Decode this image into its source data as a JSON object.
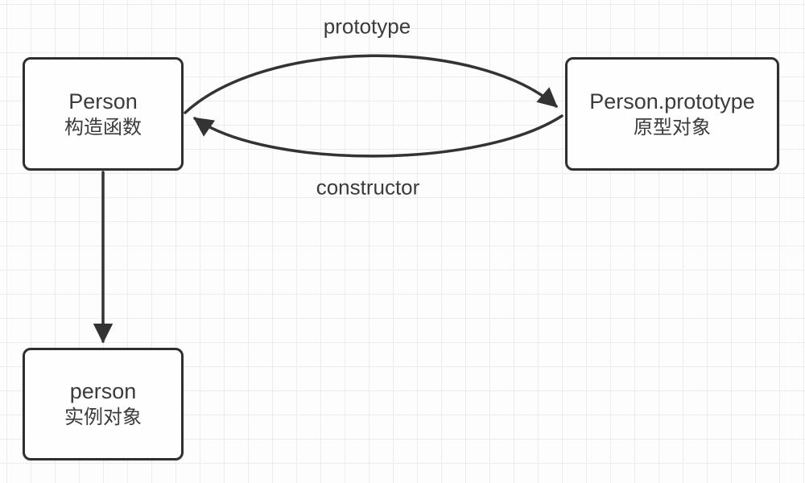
{
  "diagram": {
    "nodes": [
      {
        "id": "person-constructor",
        "title": "Person",
        "subtitle": "构造函数"
      },
      {
        "id": "person-prototype",
        "title": "Person.prototype",
        "subtitle": "原型对象"
      },
      {
        "id": "person-instance",
        "title": "person",
        "subtitle": "实例对象"
      }
    ],
    "edges": [
      {
        "from": "person-constructor",
        "to": "person-prototype",
        "label": "prototype"
      },
      {
        "from": "person-prototype",
        "to": "person-constructor",
        "label": "constructor"
      },
      {
        "from": "person-constructor",
        "to": "person-instance",
        "label": ""
      }
    ],
    "colors": {
      "stroke": "#333333",
      "node_border": "#2f2f2f",
      "node_fill": "#fefefe",
      "text": "#3b3b3b",
      "grid_line": "#ececec",
      "background": "#fdfdfd"
    }
  }
}
